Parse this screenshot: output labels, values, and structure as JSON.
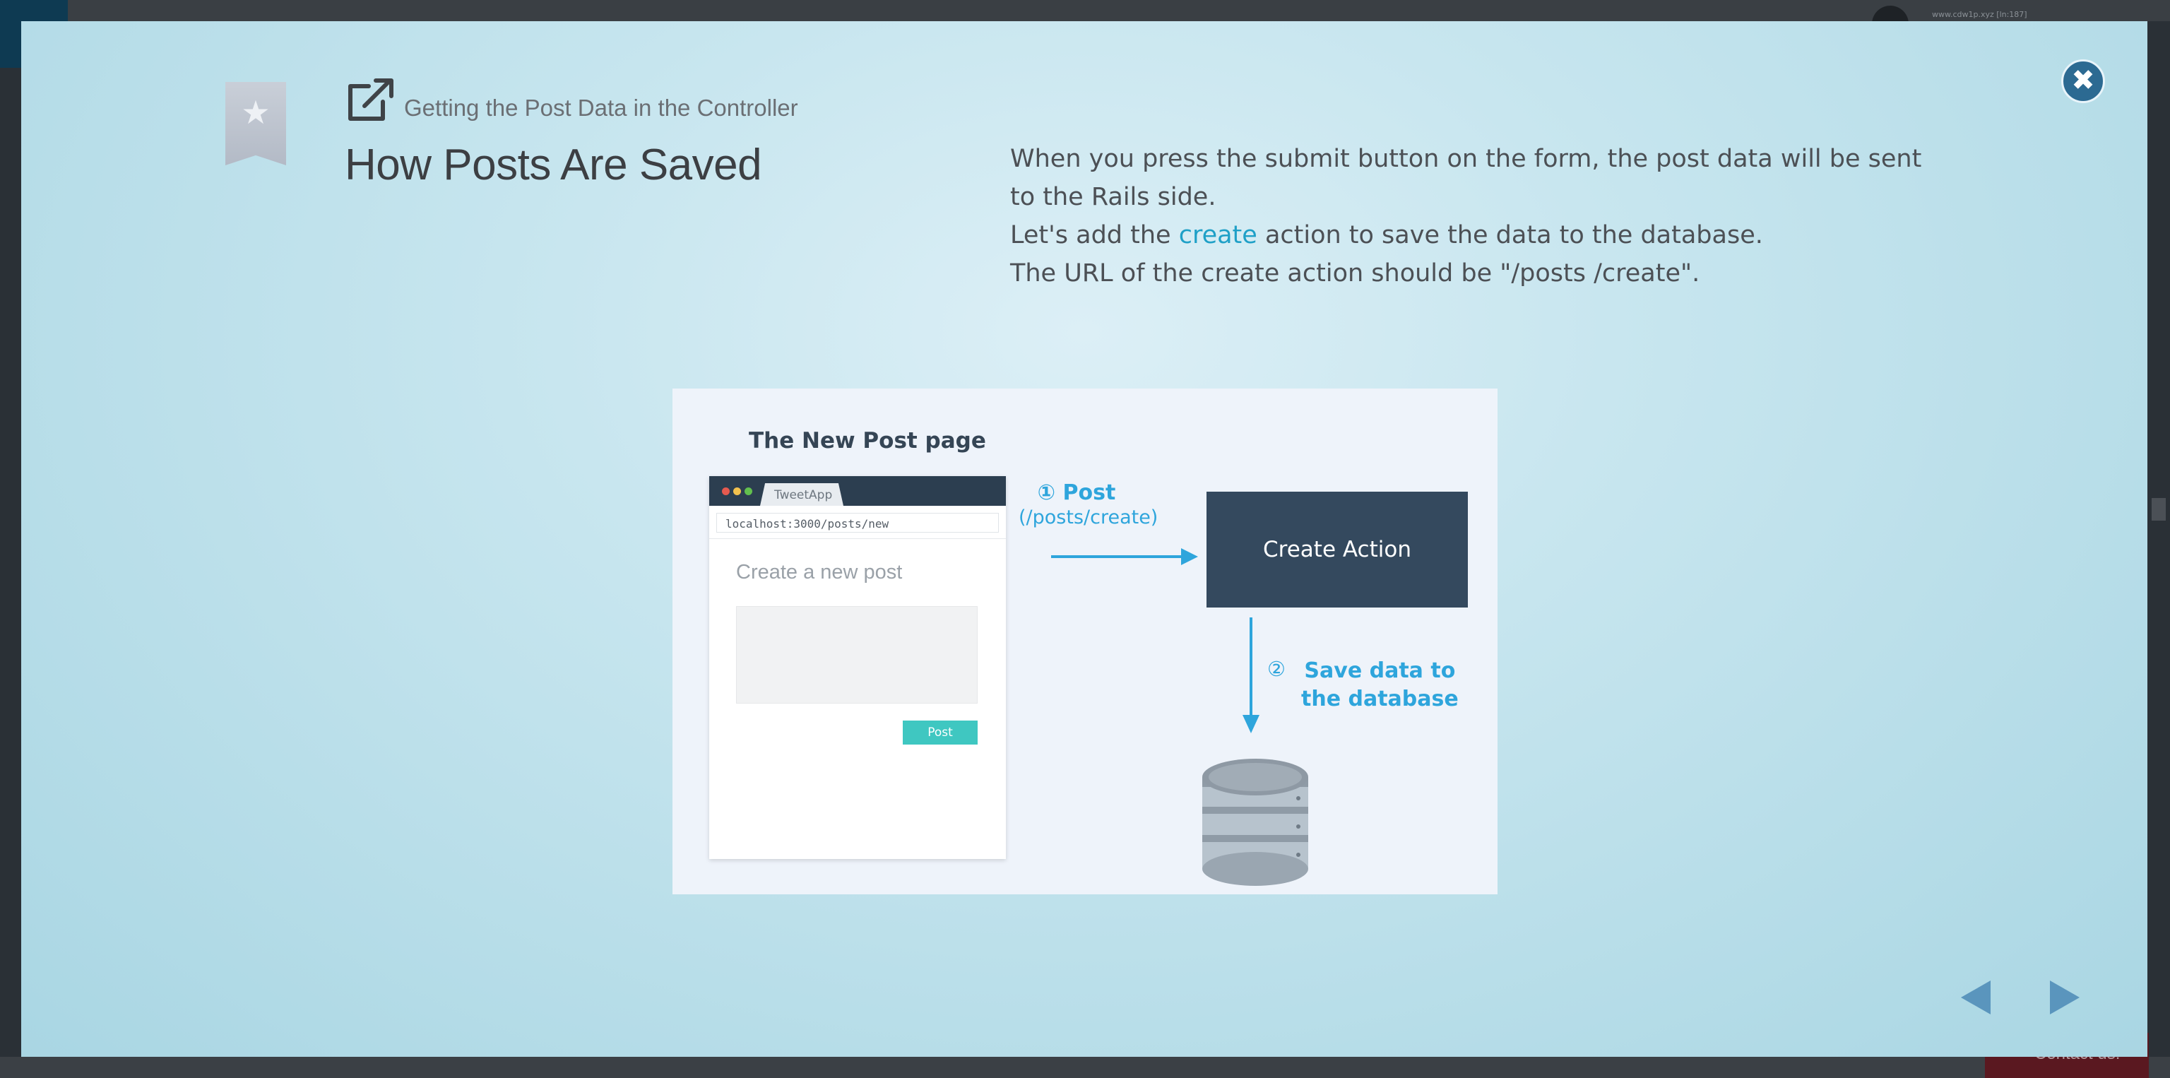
{
  "background": {
    "url_text": "www.cdw1p.xyz [ln:187]",
    "contact_label": "Contact us!"
  },
  "lesson": {
    "subtitle": "Getting the Post Data in the Controller",
    "title": "How Posts Are Saved",
    "description": {
      "line1": "When you press the submit button on the form, the post data will be sent to the Rails side.",
      "line2_before": "Let's add the ",
      "line2_keyword": "create",
      "line2_after": " action to save the data to the database.",
      "line3": "The URL of the create action should be \"/posts /create\"."
    }
  },
  "diagram": {
    "heading": "The New Post page",
    "browser": {
      "tab_label": "TweetApp",
      "address": "localhost:3000/posts/new",
      "form_title": "Create a new post",
      "button_label": "Post"
    },
    "step1": {
      "label": "① Post",
      "url": "(/posts/create)"
    },
    "action_box": "Create Action",
    "step2": {
      "number": "②",
      "line1": "Save data to",
      "line2": "the database"
    }
  },
  "colors": {
    "accent": "#2ea5dc",
    "keyword": "#1fa0c7",
    "action_box": "#34495e",
    "post_button": "#3fc7c1",
    "close_button": "#2c6a92",
    "nav_arrow": "#5a95bd"
  },
  "icons": {
    "bookmark": "bookmark-star-icon",
    "external": "external-link-icon",
    "close": "close-icon",
    "prev": "arrow-left-icon",
    "next": "arrow-right-icon",
    "database": "database-icon"
  }
}
